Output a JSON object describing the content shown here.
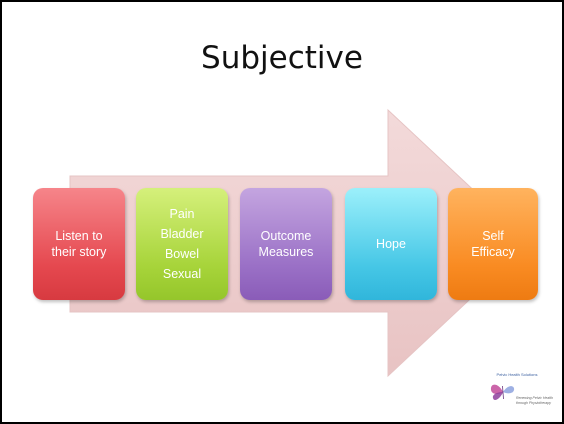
{
  "slide": {
    "title": "Subjective"
  },
  "steps": [
    {
      "lines": [
        "Listen to",
        "their story"
      ],
      "color": "#e5484f"
    },
    {
      "lines": [
        "Pain",
        "Bladder",
        "Bowel",
        "Sexual"
      ],
      "color": "#a7d43a"
    },
    {
      "lines": [
        "Outcome",
        "Measures"
      ],
      "color": "#9a70c6"
    },
    {
      "lines": [
        "Hope"
      ],
      "color": "#46c7e6"
    },
    {
      "lines": [
        "Self",
        "Efficacy"
      ],
      "color": "#f98b22"
    }
  ],
  "arrow_color": "#f2d7d7",
  "logo": {
    "name": "Pelvic Health Solutions",
    "tagline": [
      "Renewing Pelvic Health",
      "through Physiotherapy"
    ],
    "icon": "butterfly-icon",
    "color": "#3a5fa0"
  }
}
